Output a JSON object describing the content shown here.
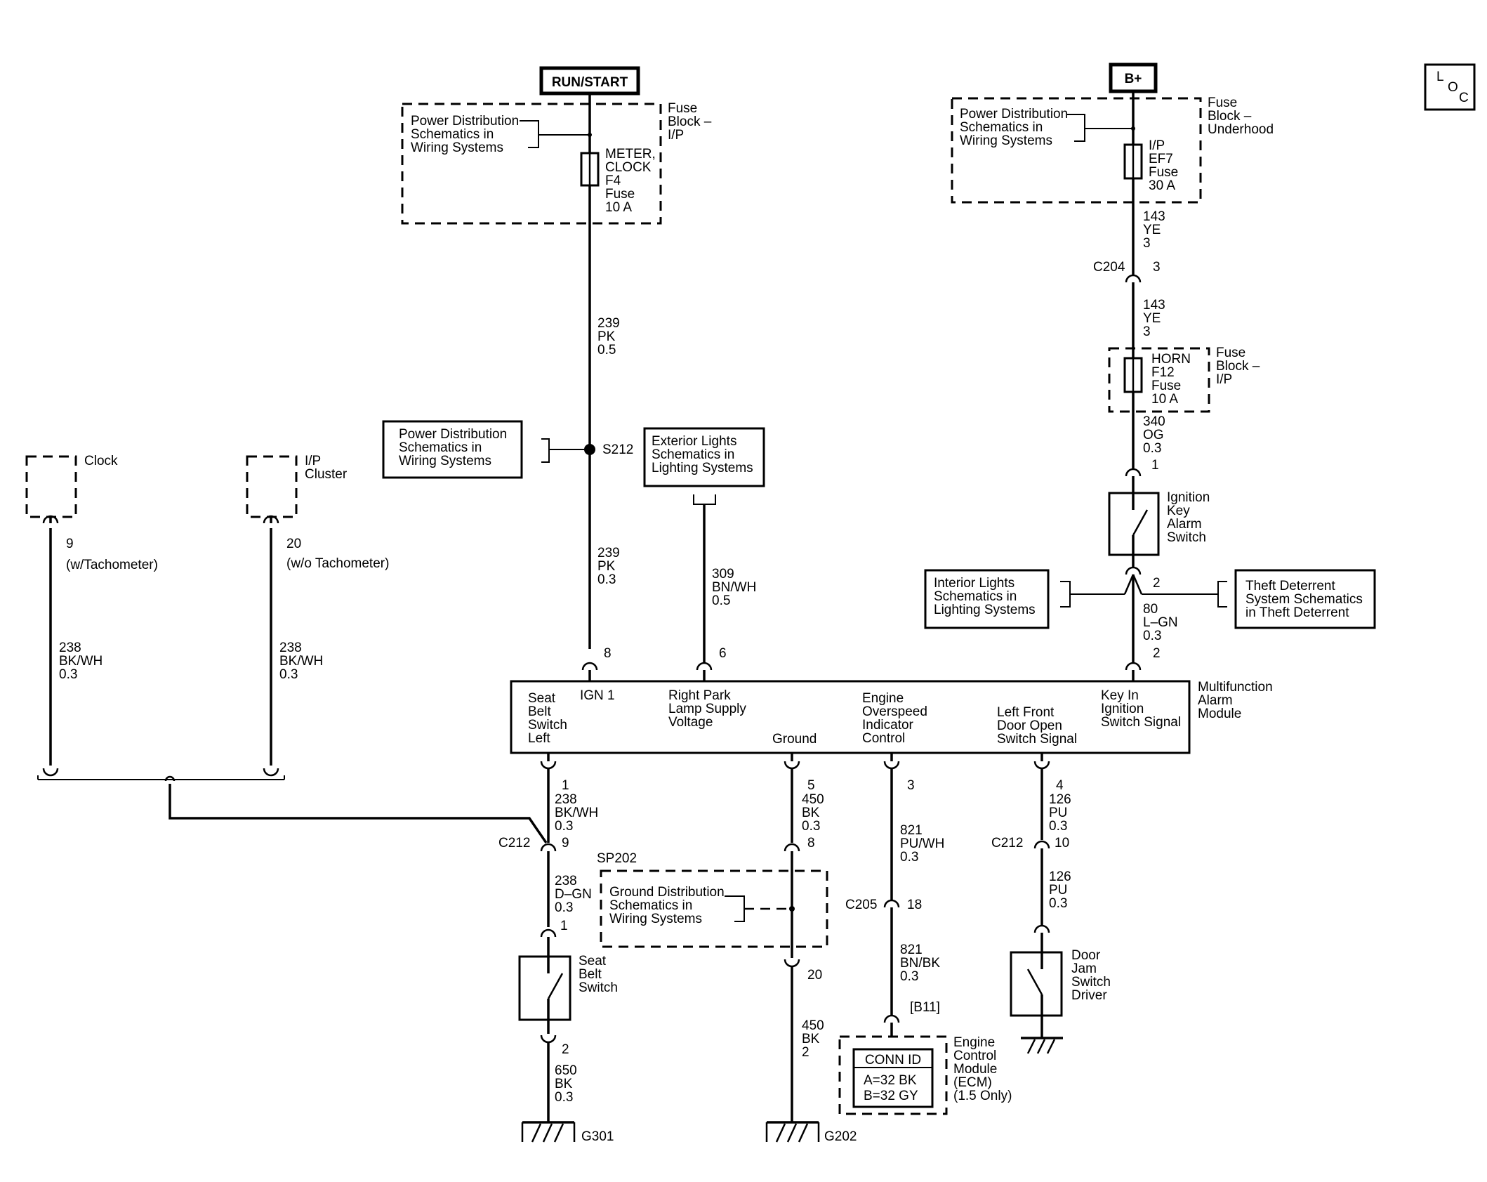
{
  "power": {
    "run_start": "RUN/START",
    "b_plus": "B+"
  },
  "loc": {
    "l": "L",
    "o": "O",
    "c": "C"
  },
  "fuse_block_ip": [
    "Fuse",
    "Block –",
    "I/P"
  ],
  "fuse_block_ip_2": [
    "Fuse",
    "Block –",
    "I/P"
  ],
  "fuse_block_underhood": [
    "Fuse",
    "Block –",
    "Underhood"
  ],
  "ref_power_dist": [
    "Power Distribution",
    "Schematics in",
    "Wiring Systems"
  ],
  "ref_exterior": [
    "Exterior Lights",
    "Schematics in",
    "Lighting Systems"
  ],
  "ref_interior": [
    "Interior Lights",
    "Schematics in",
    "Lighting Systems"
  ],
  "ref_theft": [
    "Theft Deterrent",
    "System Schematics",
    "in Theft Deterrent"
  ],
  "ref_ground": [
    "Ground Distribution",
    "Schematics in",
    "Wiring Systems"
  ],
  "fuse_meter": [
    "METER,",
    "CLOCK",
    "F4",
    "Fuse",
    "10 A"
  ],
  "fuse_ef7": [
    "I/P",
    "EF7",
    "Fuse",
    "30 A"
  ],
  "fuse_horn": [
    "HORN",
    "F12",
    "Fuse",
    "10 A"
  ],
  "splice_s212": "S212",
  "splice_sp202": "SP202",
  "wires": {
    "w239a": [
      "239",
      "PK",
      "0.5"
    ],
    "w239b": [
      "239",
      "PK",
      "0.3"
    ],
    "w309": [
      "309",
      "BN/WH",
      "0.5"
    ],
    "w143a": [
      "143",
      "YE",
      "3"
    ],
    "w143b": [
      "143",
      "YE",
      "3"
    ],
    "w340": [
      "340",
      "OG",
      "0.3"
    ],
    "w80": [
      "80",
      "L–GN",
      "0.3"
    ],
    "w238clock": [
      "238",
      "BK/WH",
      "0.3"
    ],
    "w238ip": [
      "238",
      "BK/WH",
      "0.3"
    ],
    "w238seat": [
      "238",
      "BK/WH",
      "0.3"
    ],
    "w238dgn": [
      "238",
      "D–GN",
      "0.3"
    ],
    "w650": [
      "650",
      "BK",
      "0.3"
    ],
    "w450a": [
      "450",
      "BK",
      "0.3"
    ],
    "w450b": [
      "450",
      "BK",
      "2"
    ],
    "w821a": [
      "821",
      "PU/WH",
      "0.3"
    ],
    "w821b": [
      "821",
      "BN/BK",
      "0.3"
    ],
    "w126a": [
      "126",
      "PU",
      "0.3"
    ],
    "w126b": [
      "126",
      "PU",
      "0.3"
    ]
  },
  "pins": {
    "ign": "8",
    "park": "6",
    "key": "2",
    "key_switch_top": "1",
    "key_switch_bottom": "2",
    "seat": "1",
    "ground": "5",
    "engine": "3",
    "door": "4",
    "c212_seat": "9",
    "c212_door": "10",
    "seat_switch_top": "1",
    "seat_switch_bottom": "2",
    "c205": "18",
    "sp202_in": "8",
    "sp202_out": "20",
    "ecm": "[B11]",
    "c204": "3",
    "clock": "9",
    "ipc": "20"
  },
  "connectors": {
    "c204": "C204",
    "c212_left": "C212",
    "c212_right": "C212",
    "c205": "C205"
  },
  "clock_label": "Clock",
  "clock_note": "(w/Tachometer)",
  "ipc_label": [
    "I/P",
    "Cluster"
  ],
  "ipc_note": "(w/o Tachometer)",
  "module": {
    "name": [
      "Multifunction",
      "Alarm",
      "Module"
    ],
    "seat": [
      "Seat",
      "Belt",
      "Switch",
      "Left"
    ],
    "ign": "IGN 1",
    "park": [
      "Right Park",
      "Lamp Supply",
      "Voltage"
    ],
    "ground": "Ground",
    "engine": [
      "Engine",
      "Overspeed",
      "Indicator",
      "Control"
    ],
    "door": [
      "Left Front",
      "Door Open",
      "Switch Signal"
    ],
    "key": [
      "Key In",
      "Ignition",
      "Switch Signal"
    ]
  },
  "ignition_switch": [
    "Ignition",
    "Key",
    "Alarm",
    "Switch"
  ],
  "seat_switch": [
    "Seat",
    "Belt",
    "Switch"
  ],
  "door_switch": [
    "Door",
    "Jam",
    "Switch",
    "Driver"
  ],
  "ground_g301": "G301",
  "ground_g202": "G202",
  "ecm": {
    "conn_title": "CONN ID",
    "conn_a": "A=32 BK",
    "conn_b": "B=32 GY",
    "name": [
      "Engine",
      "Control",
      "Module",
      "(ECM)",
      "(1.5 Only)"
    ]
  }
}
